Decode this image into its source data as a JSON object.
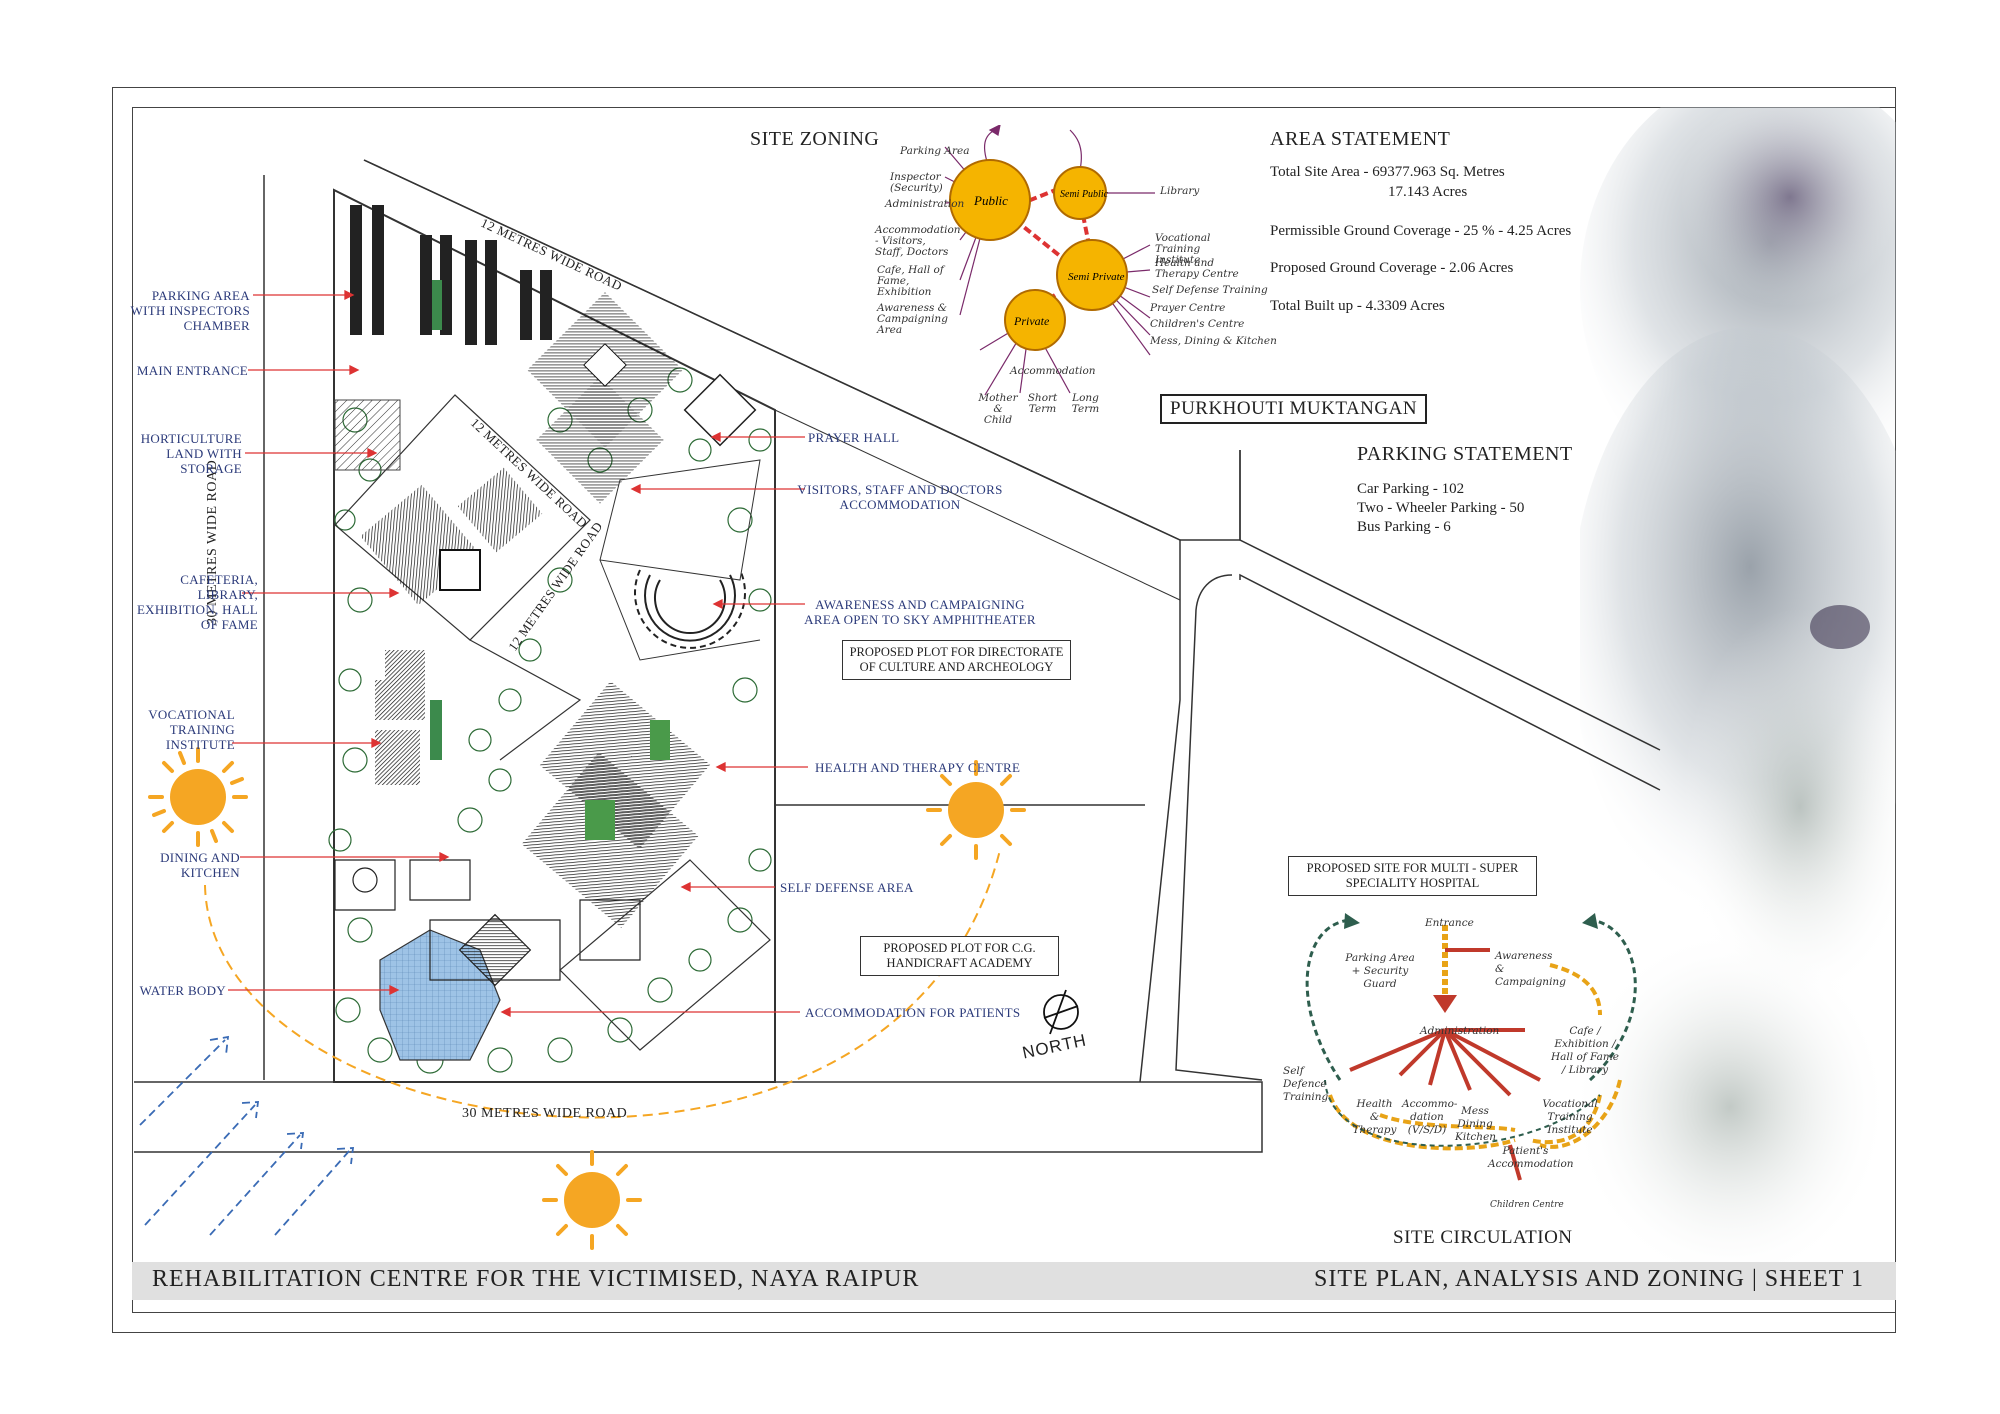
{
  "sheet": {
    "project_title": "REHABILITATION CENTRE FOR THE VICTIMISED, NAYA RAIPUR",
    "sheet_title": "SITE PLAN, ANALYSIS AND ZONING | SHEET 1",
    "site_name": "PURKHOUTI MUKTANGAN"
  },
  "roads": {
    "road_30_left": "30 METRES WIDE ROAD",
    "road_30_bottom": "30 METRES WIDE ROAD",
    "road_12_top": "12 METRES WIDE ROAD",
    "road_12_inner_a": "12 METRES WIDE ROAD",
    "road_12_inner_b": "12 METRES WIDE ROAD"
  },
  "callouts_left": [
    {
      "name": "parking",
      "text": "PARKING AREA WITH INSPECTORS CHAMBER"
    },
    {
      "name": "main-entrance",
      "text": "MAIN ENTRANCE"
    },
    {
      "name": "horticulture",
      "text": "HORTICULTURE LAND WITH STORAGE"
    },
    {
      "name": "cafeteria",
      "text": "CAFETERIA, LIBRARY, EXHIBITION, HALL OF FAME"
    },
    {
      "name": "vocational",
      "text": "VOCATIONAL TRAINING INSTITUTE"
    },
    {
      "name": "dining",
      "text": "DINING AND KITCHEN"
    },
    {
      "name": "water-body",
      "text": "WATER BODY"
    }
  ],
  "callouts_right": [
    {
      "name": "prayer-hall",
      "text": "PRAYER HALL"
    },
    {
      "name": "visitors",
      "text": "VISITORS, STAFF AND DOCTORS ACCOMMODATION"
    },
    {
      "name": "awareness",
      "text": "AWARENESS AND CAMPAIGNING AREA OPEN TO SKY AMPHITHEATER"
    },
    {
      "name": "health",
      "text": "HEALTH AND THERAPY CENTRE"
    },
    {
      "name": "self-defense",
      "text": "SELF DEFENSE AREA"
    },
    {
      "name": "patients",
      "text": "ACCOMMODATION FOR PATIENTS"
    }
  ],
  "plot_labels": {
    "directorate": "PROPOSED PLOT FOR DIRECTORATE OF CULTURE AND ARCHEOLOGY",
    "handicraft": "PROPOSED PLOT FOR C.G. HANDICRAFT ACADEMY",
    "hospital": "PROPOSED SITE FOR MULTI - SUPER SPECIALITY HOSPITAL"
  },
  "north_label": "NORTH",
  "area_statement": {
    "heading": "AREA STATEMENT",
    "total_site_area": "Total Site Area - 69377.963 Sq. Metres",
    "total_site_acres": "17.143 Acres",
    "permissible": "Permissible Ground Coverage - 25 % - 4.25 Acres",
    "proposed": "Proposed Ground Coverage - 2.06 Acres",
    "built_up": "Total Built up - 4.3309 Acres"
  },
  "parking_statement": {
    "heading": "PARKING STATEMENT",
    "car": "Car Parking - 102",
    "two_wheeler": "Two - Wheeler Parking - 50",
    "bus": "Bus Parking - 6"
  },
  "site_zoning": {
    "heading": "SITE ZONING",
    "zones": {
      "public": "Public",
      "semi_public": "Semi Public",
      "semi_private": "Semi Private",
      "private": "Private"
    },
    "labels": {
      "parking": "Parking Area",
      "inspector": "Inspector (Security)",
      "admin": "Administration",
      "accommodation_visitors": "Accommodation - Visitors, Staff, Doctors",
      "cafe": "Cafe, Hall of Fame, Exhibition",
      "awareness": "Awareness & Campaigning Area",
      "library": "Library",
      "vocational": "Vocational Training Institute",
      "health": "Health and Therapy Centre",
      "self_defense": "Self Defense Training",
      "prayer": "Prayer Centre",
      "children": "Children's Centre",
      "mess": "Mess, Dining & Kitchen",
      "accommodation": "Accommodation",
      "mother_child": "Mother & Child",
      "short_term": "Short Term",
      "long_term": "Long Term"
    },
    "zone_color": "#f5b400"
  },
  "site_circulation": {
    "heading": "SITE CIRCULATION",
    "labels": {
      "entrance": "Entrance",
      "parking": "Parking Area + Security Guard",
      "awareness": "Awareness & Campaigning",
      "admin": "Administration",
      "cafe": "Cafe / Exhibition / Hall of Fame / Library",
      "self_defense": "Self Defence Training",
      "health": "Health & Therapy",
      "accommodation": "Accommo-dation (V/S/D)",
      "mess": "Mess Dining Kitchen",
      "vocational": "Vocational Training Institute",
      "patients": "Patient's Accommodation",
      "children": "Children Centre"
    },
    "colors": {
      "primary": "#c0392b",
      "secondary": "#e8a317",
      "service": "#2e5e4e"
    }
  },
  "colors": {
    "callout_text": "#2b3a7a",
    "arrow": "#d33",
    "sun": "#f5a623",
    "wind": "#3a6bb5",
    "water": "#9ec3e6"
  }
}
